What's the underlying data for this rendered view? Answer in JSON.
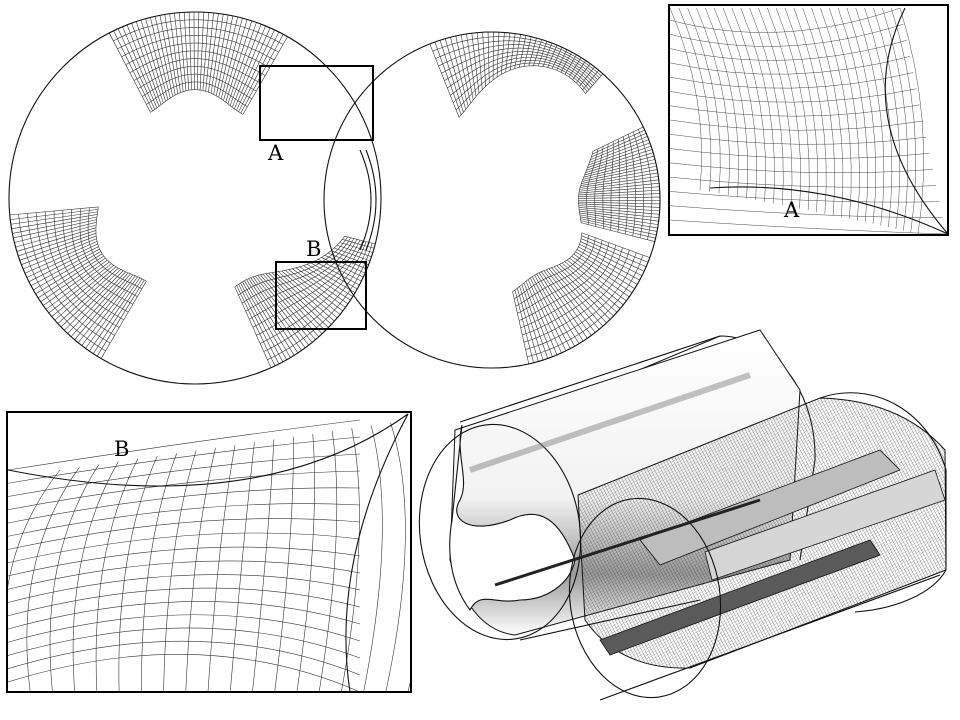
{
  "labels": {
    "cross_section_A": "A",
    "cross_section_B": "B",
    "inset_A": "A",
    "inset_B": "B"
  }
}
